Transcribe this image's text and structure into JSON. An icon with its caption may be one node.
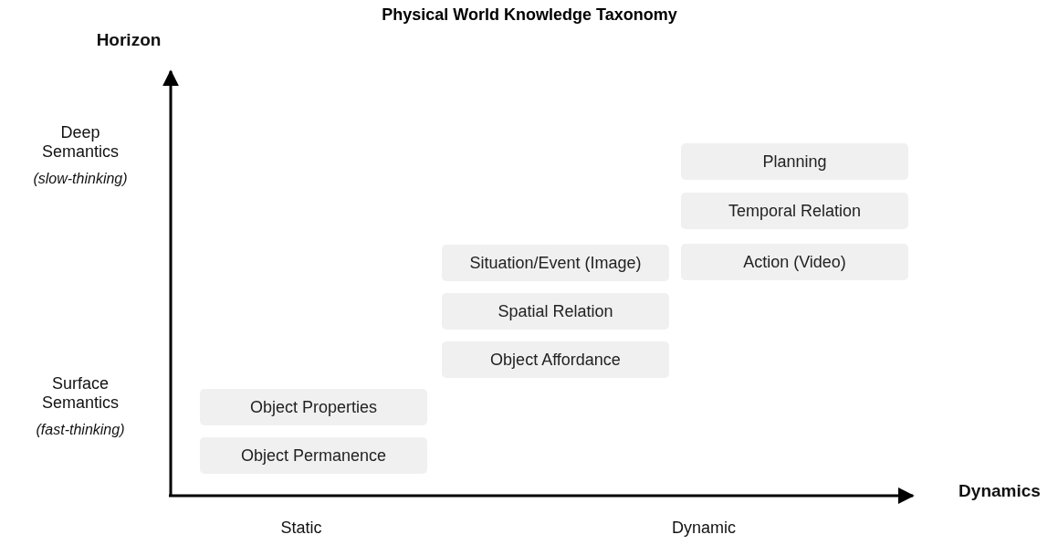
{
  "diagram": {
    "title": "Physical World Knowledge Taxonomy",
    "nodes": [
      {
        "text": [
          "Object Properties"
        ]
      },
      {
        "text": [
          "Object Permanence"
        ]
      },
      {
        "text": [
          "Situation/Event (Image)"
        ]
      },
      {
        "text": [
          "Spatial Relation"
        ]
      },
      {
        "text": [
          "Object Affordance"
        ]
      },
      {
        "text": [
          "Planning"
        ]
      },
      {
        "text": [
          "Temporal Relation"
        ]
      },
      {
        "text": [
          "Action (Video)"
        ]
      }
    ],
    "labels": [
      "Horizon",
      "Deep Semantics",
      "(slow-thinking)",
      "Surface Semantics",
      "(fast-thinking)",
      "Dynamics",
      "Static",
      "Dynamic"
    ]
  }
}
